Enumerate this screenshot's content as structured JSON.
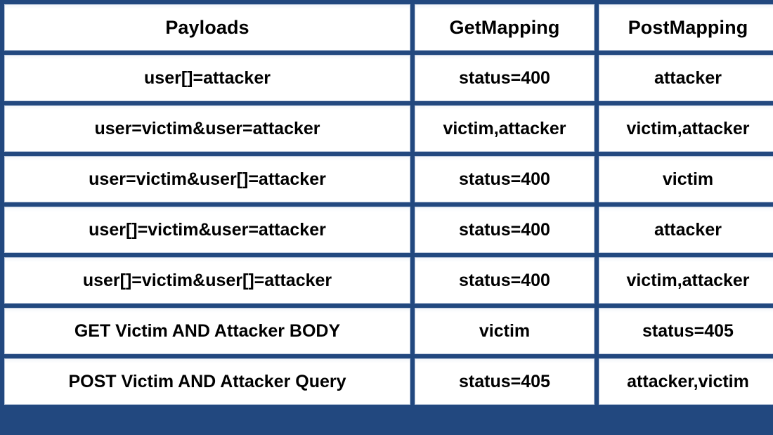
{
  "table": {
    "columns": [
      {
        "key": "payload",
        "label": "Payloads"
      },
      {
        "key": "get",
        "label": "GetMapping"
      },
      {
        "key": "post",
        "label": "PostMapping"
      }
    ],
    "rows": [
      {
        "payload": "user[]=attacker",
        "get": "status=400",
        "post": "attacker"
      },
      {
        "payload": "user=victim&user=attacker",
        "get": "victim,attacker",
        "post": "victim,attacker"
      },
      {
        "payload": "user=victim&user[]=attacker",
        "get": "status=400",
        "post": "victim"
      },
      {
        "payload": "user[]=victim&user=attacker",
        "get": "status=400",
        "post": "attacker"
      },
      {
        "payload": "user[]=victim&user[]=attacker",
        "get": "status=400",
        "post": "victim,attacker"
      },
      {
        "payload": "GET Victim AND Attacker BODY",
        "get": "victim",
        "post": "status=405"
      },
      {
        "payload": "POST Victim AND Attacker Query",
        "get": "status=405",
        "post": "attacker,victim"
      }
    ]
  },
  "colors": {
    "grid": "#22487f",
    "cell_background": "#ffffff",
    "text": "#000000",
    "cell_border": "#b9c6da"
  }
}
